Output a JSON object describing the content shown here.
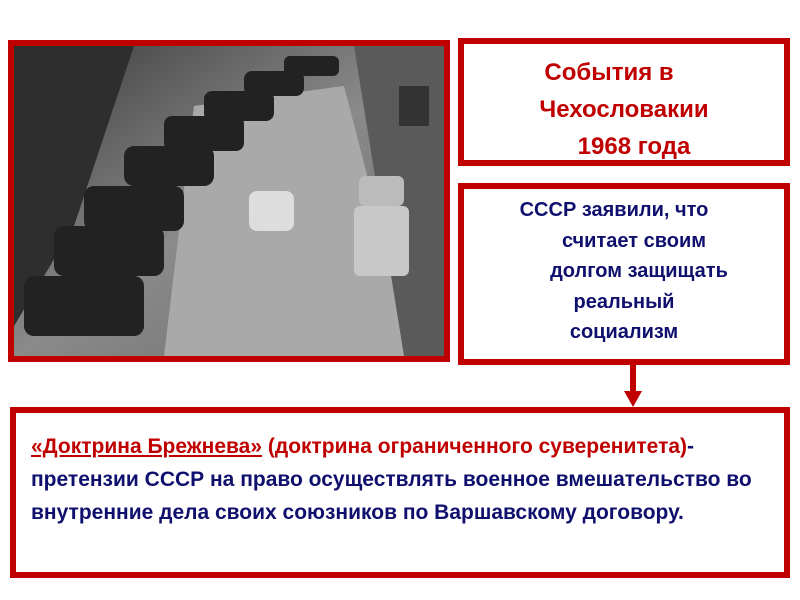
{
  "photo": {
    "description_icon": "tanks-street-photo-1968"
  },
  "title": {
    "lines": [
      "События в",
      "Чехословакии",
      "1968 года"
    ]
  },
  "statement": {
    "lines": [
      "СССР заявили, что",
      "считает своим",
      "долгом защищать",
      "реальный",
      "социализм"
    ]
  },
  "doctrine": {
    "term": "«Доктрина Брежнева»",
    "alias": " (доктрина ограниченного суверенитета)",
    "definition": "- претензии СССР на право осуществлять военное вмешательство во внутренние дела своих союзников по Варшавскому договору."
  },
  "colors": {
    "accent": "#c00000",
    "text": "#0f0f6e"
  }
}
